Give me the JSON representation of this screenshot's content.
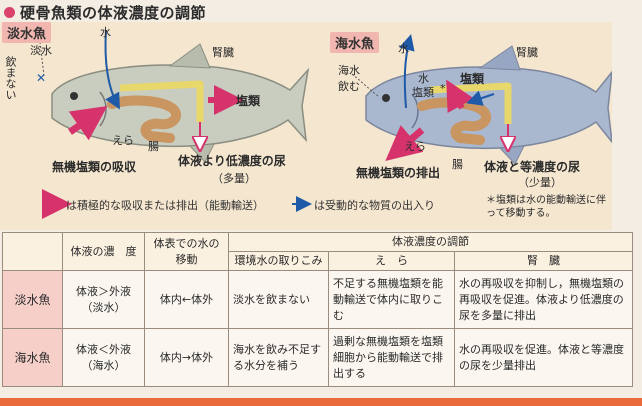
{
  "title": "硬骨魚類の体液濃度の調節",
  "freshwater": {
    "label": "淡水魚",
    "water": "水",
    "kidney": "腎臓",
    "fresh_water": "淡水",
    "not_drink": "飲まない",
    "salts": "塩類",
    "gill": "えら",
    "intestine": "腸",
    "absorb": "無機塩類の吸収",
    "urine": "体液より低濃度の尿",
    "urine_amount": "（多量）"
  },
  "seawater": {
    "label": "海水魚",
    "water": "水",
    "kidney": "腎臓",
    "sea_water": "海水",
    "drink": "飲む",
    "water_salts_1": "水",
    "water_salts_2": "塩類",
    "asterisk": "*",
    "salts": "塩類",
    "gill": "えら",
    "intestine": "腸",
    "excrete": "無機塩類の排出",
    "urine": "体液と等濃度の尿",
    "urine_amount": "（少量）",
    "note": "＊塩類は水の能動輸送に伴って移動する。"
  },
  "legend": {
    "active": "は積極的な吸収または排出（能動輸送）",
    "passive": "は受動的な物質の出入り"
  },
  "table": {
    "headers": {
      "col1": "",
      "col2": "体液の濃　度",
      "col3": "体表での水の移動",
      "group": "体液濃度の調節",
      "env": "環境水の取りこみ",
      "gill": "え　ら",
      "kidney": "腎　臓"
    },
    "rows": [
      {
        "fish": "淡水魚",
        "conc": "体液＞外液（淡水）",
        "move": "体内←体外",
        "env": "淡水を飲まない",
        "gill": "不足する無機塩類を能動輸送で体内に取りこむ",
        "kidney": "水の再吸収を抑制し，無機塩類の再吸収を促進。体液より低濃度の尿を多量に排出"
      },
      {
        "fish": "海水魚",
        "conc": "体液＜外液（海水）",
        "move": "体内→体外",
        "env": "海水を飲み不足する水分を補う",
        "gill": "過剰な無機塩類を塩類細胞から能動輸送で排出する",
        "kidney": "水の再吸収を促進。体液と等濃度の尿を少量排出"
      }
    ]
  },
  "colors": {
    "active_arrow": "#d6336c",
    "passive_arrow": "#1f5aa8",
    "fresh_fish": "#c9cdbf",
    "sea_fish": "#a9b7cf",
    "kidney": "#e8d76a",
    "intestine": "#c99560"
  }
}
